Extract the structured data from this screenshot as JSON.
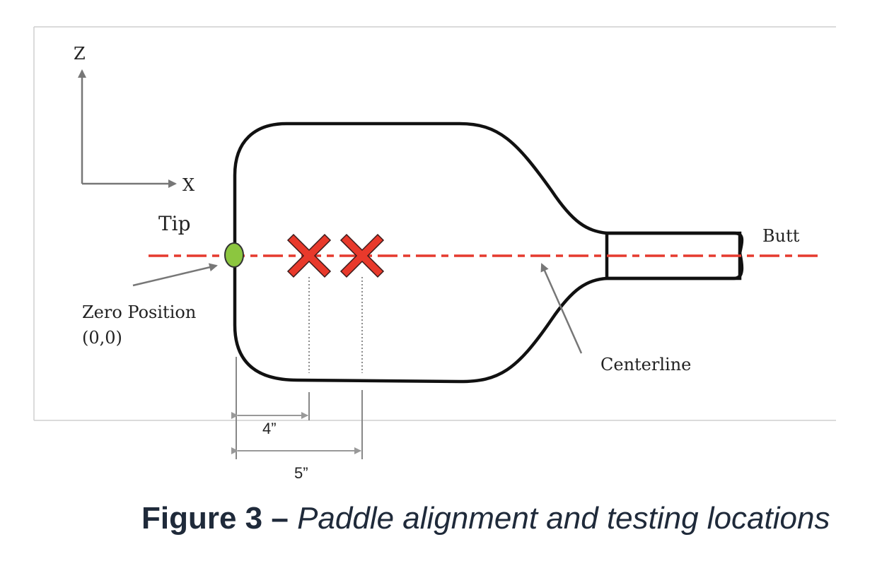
{
  "diagram": {
    "labels": {
      "z_axis": "Z",
      "x_axis": "X",
      "tip": "Tip",
      "butt": "Butt",
      "zero_position_line1": "Zero Position",
      "zero_position_line2": "(0,0)",
      "centerline": "Centerline",
      "dim_4": "4”",
      "dim_5": "5”"
    },
    "colors": {
      "centerline": "#e53a2e",
      "test_mark": "#e8392b",
      "zero_marker": "#8cc63f",
      "outline": "#111111",
      "arrow": "#777777"
    }
  },
  "caption": {
    "number": "Figure 3 –",
    "text": " Paddle alignment and testing locations"
  }
}
